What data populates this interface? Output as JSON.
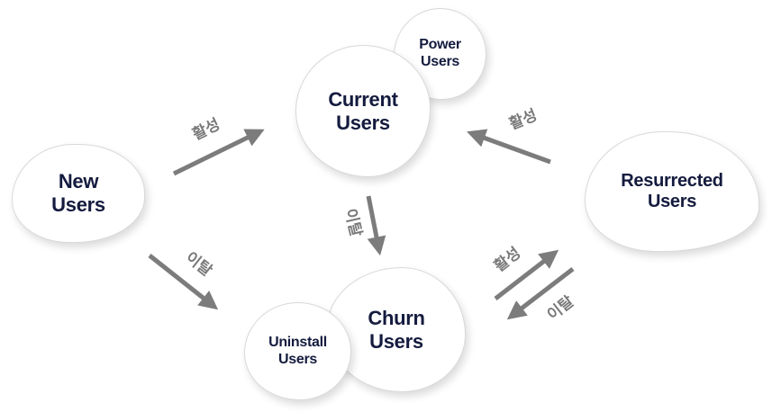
{
  "colors": {
    "node_fill": "#ffffff",
    "node_border": "#d9d9d9",
    "node_text": "#141b3e",
    "arrow": "#7c7c7c",
    "edge_label_text": "#7a7a7a"
  },
  "nodes": [
    {
      "id": "new-users",
      "label": "New\nUsers"
    },
    {
      "id": "power-users",
      "label": "Power\nUsers"
    },
    {
      "id": "current-users",
      "label": "Current\nUsers"
    },
    {
      "id": "resurrected-users",
      "label": "Resurrected\nUsers"
    },
    {
      "id": "churn-users",
      "label": "Churn\nUsers"
    },
    {
      "id": "uninstall-users",
      "label": "Uninstall\nUsers"
    }
  ],
  "edges": [
    {
      "id": "new-to-current",
      "from": "new-users",
      "to": "current-users",
      "label": "활성"
    },
    {
      "id": "resurrected-to-current",
      "from": "resurrected-users",
      "to": "current-users",
      "label": "활성"
    },
    {
      "id": "current-to-churn",
      "from": "current-users",
      "to": "churn-users",
      "label": "이탈"
    },
    {
      "id": "new-to-churn",
      "from": "new-users",
      "to": "churn-users",
      "label": "이탈"
    },
    {
      "id": "churn-to-resurrected",
      "from": "churn-users",
      "to": "resurrected-users",
      "label": "활성"
    },
    {
      "id": "resurrected-to-churn",
      "from": "resurrected-users",
      "to": "churn-users",
      "label": "이탈"
    }
  ]
}
